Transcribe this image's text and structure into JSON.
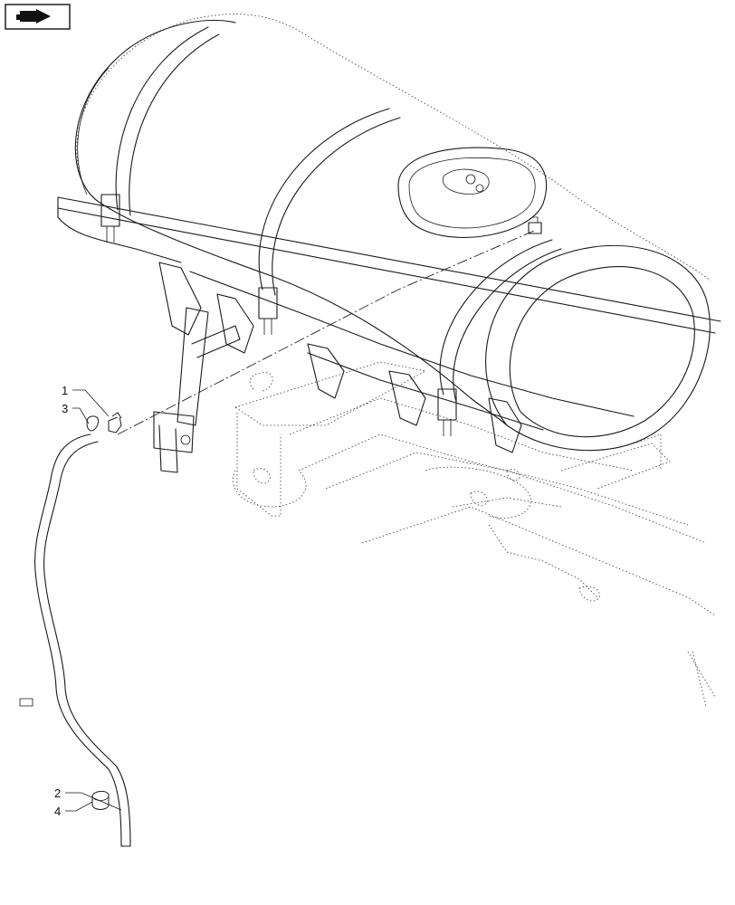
{
  "callouts": [
    {
      "id": "callout-1",
      "number": "1"
    },
    {
      "id": "callout-3",
      "number": "3"
    },
    {
      "id": "callout-2",
      "number": "2"
    },
    {
      "id": "callout-4",
      "number": "4"
    }
  ],
  "nav_icon": "next-page-arrow-icon"
}
